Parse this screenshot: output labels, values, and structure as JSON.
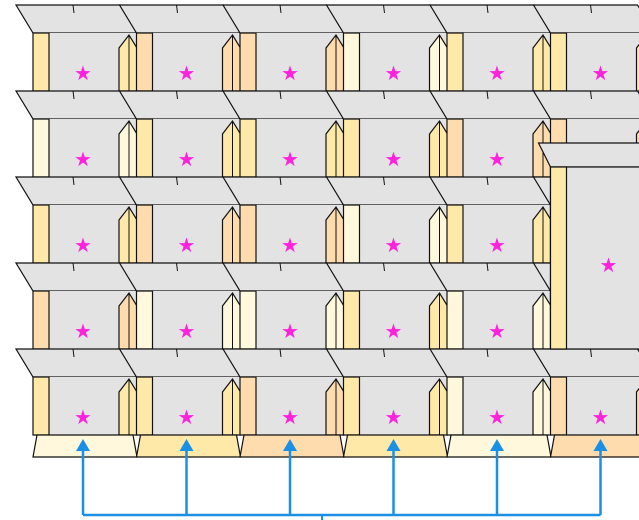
{
  "puzzle": {
    "grid": {
      "rows": 5,
      "cols": 6
    },
    "star_glyph": "★",
    "colors": {
      "roof": "#e3e3e3",
      "outline": "#111111",
      "star": "#ff22dd",
      "arrow": "#1a8fe6",
      "panel_pale": "#fff8dc",
      "panel_yellow": "#ffe9a8",
      "panel_peach": "#ffdcae",
      "background": "#ffffff"
    },
    "panel_colors": [
      [
        "yellow",
        "peach",
        "peach",
        "pale",
        "yellow",
        "yellow"
      ],
      [
        "pale",
        "yellow",
        "yellow",
        "yellow",
        "peach",
        "peach"
      ],
      [
        "yellow",
        "peach",
        "peach",
        "pale",
        "yellow",
        "pale"
      ],
      [
        "peach",
        "pale",
        "pale",
        "yellow",
        "pale",
        "yellow"
      ],
      [
        "yellow",
        "yellow",
        "peach",
        "yellow",
        "pale",
        "peach"
      ]
    ],
    "base_colors": [
      "pale",
      "yellow",
      "peach",
      "yellow",
      "pale",
      "peach"
    ],
    "big_block": {
      "from_col": 5,
      "from_row": 1,
      "to_row": 3
    },
    "arrows": {
      "target_row": 4,
      "columns": [
        0,
        1,
        2,
        3,
        4,
        5
      ]
    }
  }
}
